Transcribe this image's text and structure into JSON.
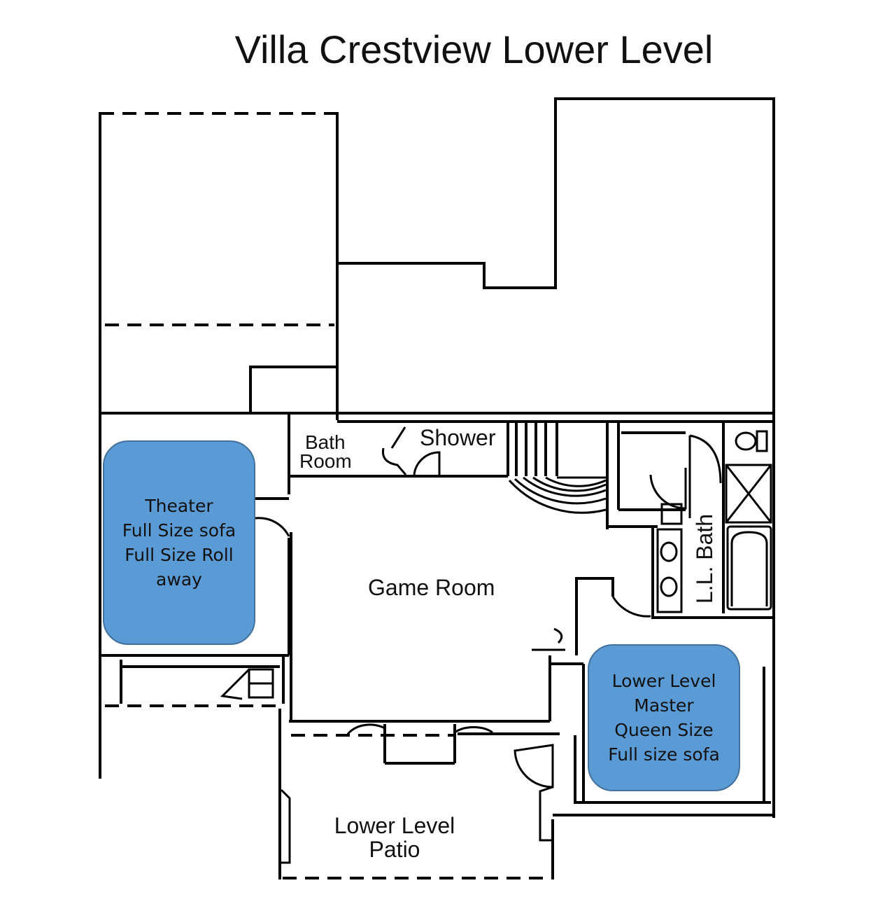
{
  "title": "Villa Crestview Lower Level",
  "rooms": {
    "bath_room": [
      "Bath",
      "Room"
    ],
    "shower": "Shower",
    "game_room": "Game Room",
    "ll_bath": "L.L. Bath",
    "patio": [
      "Lower Level",
      "Patio"
    ]
  },
  "theater_card": {
    "lines": [
      "Theater",
      "Full Size sofa",
      "Full Size Roll",
      "away"
    ],
    "color": "#5b9bd5"
  },
  "master_card": {
    "lines": [
      "Lower Level",
      "Master",
      "Queen Size",
      "Full size sofa"
    ],
    "color": "#5b9bd5"
  }
}
